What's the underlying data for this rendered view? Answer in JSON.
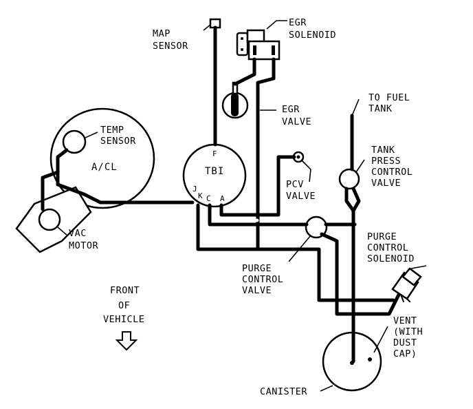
{
  "labels": {
    "map_sensor": [
      "MAP",
      "SENSOR"
    ],
    "egr_solenoid": [
      "EGR",
      "SOLENOID"
    ],
    "egr_valve": [
      "EGR",
      "VALVE"
    ],
    "to_fuel_tank": [
      "TO FUEL",
      "TANK"
    ],
    "temp_sensor": [
      "TEMP",
      "SENSOR"
    ],
    "acl": "A/CL",
    "tbi": "TBI",
    "tbi_port_f": "F",
    "tbi_ports": [
      "J",
      "K",
      "C",
      "A"
    ],
    "pcv_valve": [
      "PCV",
      "VALVE"
    ],
    "tank_press_control_valve": [
      "TANK",
      "PRESS",
      "CONTROL",
      "VALVE"
    ],
    "vac_motor": [
      "VAC",
      "MOTOR"
    ],
    "purge_control_solenoid": [
      "PURGE",
      "CONTROL",
      "SOLENOID"
    ],
    "purge_control_valve": [
      "PURGE",
      "CONTROL",
      "VALVE"
    ],
    "front_of_vehicle": [
      "FRONT",
      "OF",
      "VEHICLE"
    ],
    "vent": [
      "VENT",
      "(WITH",
      "DUST",
      "CAP)"
    ],
    "canister": "CANISTER"
  }
}
